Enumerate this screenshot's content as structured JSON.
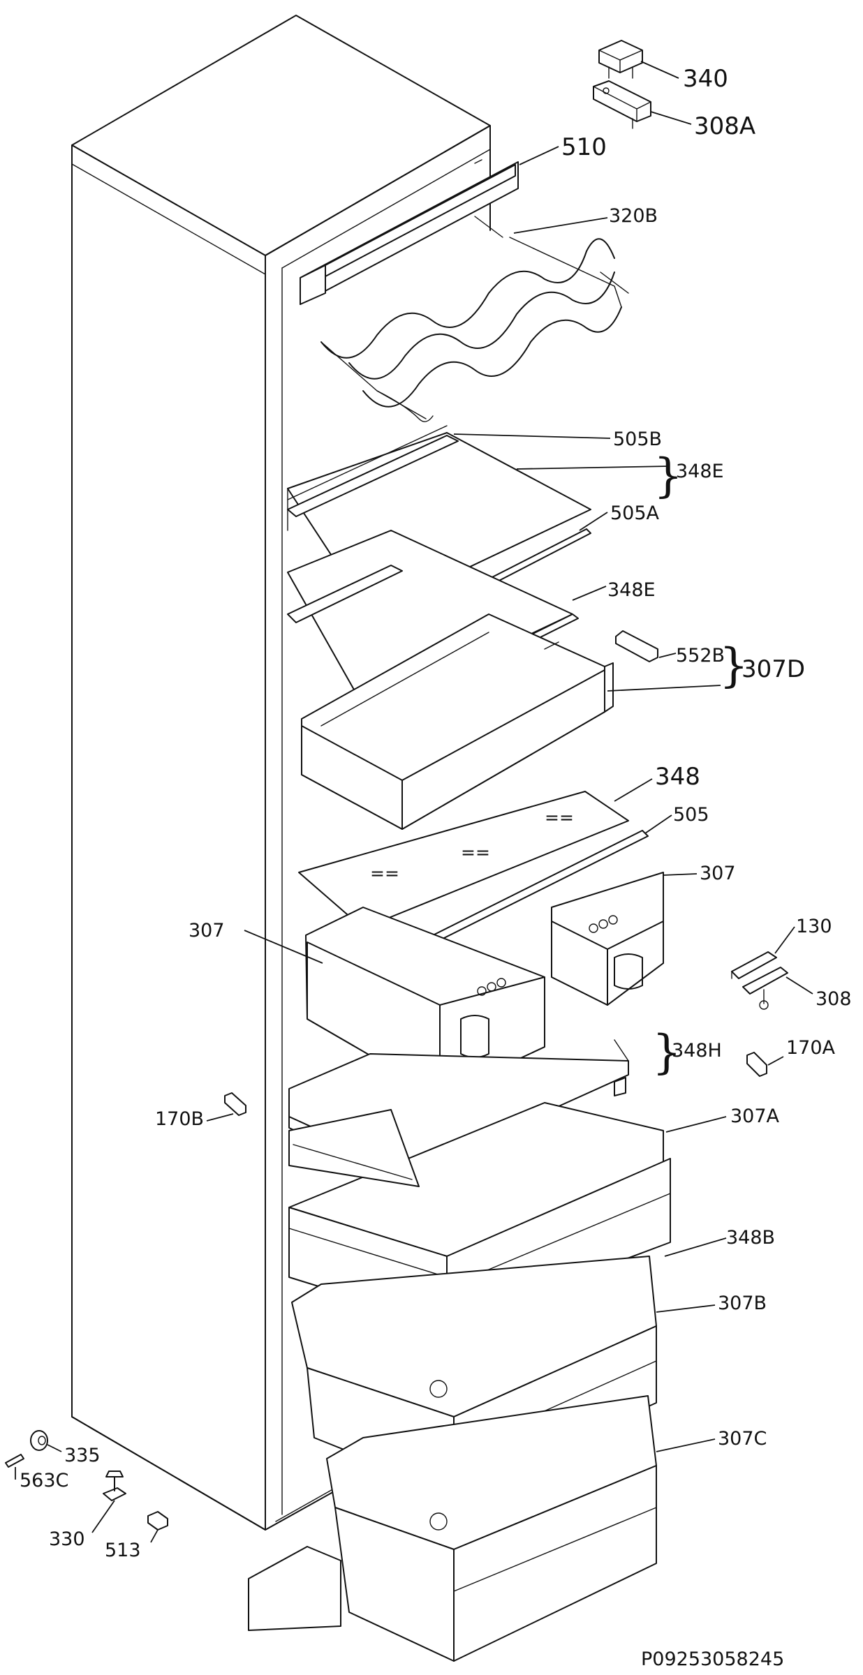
{
  "labels": {
    "p340": "340",
    "p308a": "308A",
    "p510": "510",
    "p320b": "320B",
    "p505b": "505B",
    "p348e_group": "348E",
    "p505a": "505A",
    "p348e": "348E",
    "p552b": "552B",
    "p307d": "307D",
    "p348": "348",
    "p505": "505",
    "p307_right": "307",
    "p307_left": "307",
    "p130": "130",
    "p308": "308",
    "p170a": "170A",
    "p348h": "348H",
    "p170b": "170B",
    "p307a": "307A",
    "p348b": "348B",
    "p307b": "307B",
    "p307c": "307C",
    "p335": "335",
    "p563c": "563C",
    "p330": "330",
    "p513": "513"
  },
  "drawing_code": "P09253058245"
}
